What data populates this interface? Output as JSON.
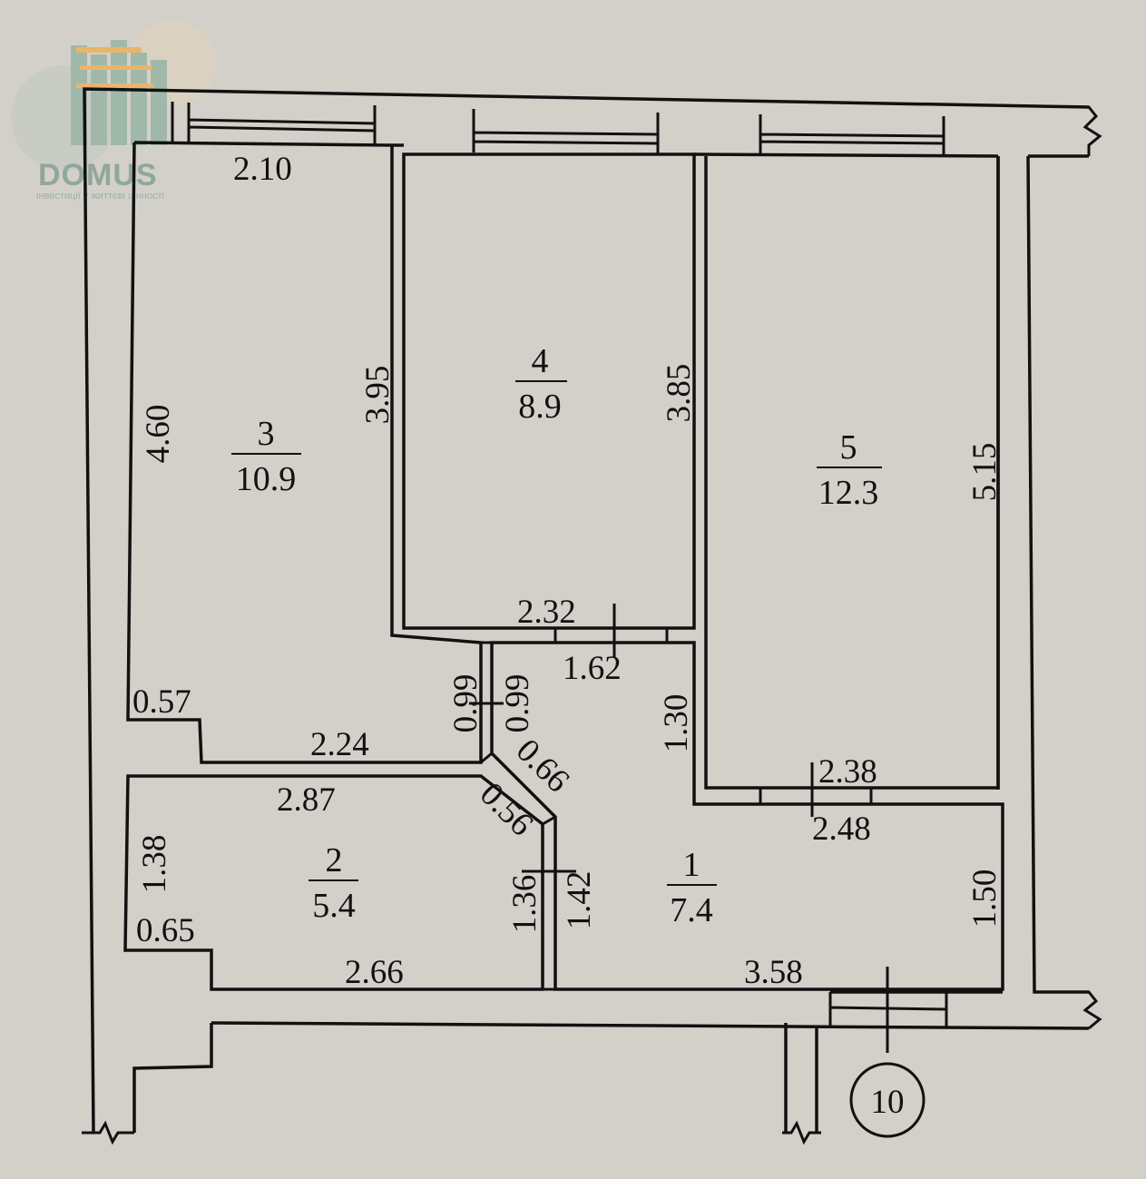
{
  "logo": {
    "name": "DOMUS",
    "tagline": "інвестиції у життєві цінності",
    "colors": {
      "green": "#8fb0a0",
      "orange": "#f0ad4e"
    }
  },
  "axis_marker": "10",
  "rooms": [
    {
      "number": "1",
      "area": "7.4"
    },
    {
      "number": "2",
      "area": "5.4"
    },
    {
      "number": "3",
      "area": "10.9"
    },
    {
      "number": "4",
      "area": "8.9"
    },
    {
      "number": "5",
      "area": "12.3"
    }
  ],
  "dims": {
    "r3_top": "2.10",
    "r3_left": "4.60",
    "r3_right": "3.95",
    "r3_step": "0.57",
    "r3_bottom": "2.24",
    "r4_right": "3.85",
    "r4_bottom": "2.32",
    "r5_right": "5.15",
    "r5_bottom": "2.38",
    "door_1_62": "1.62",
    "hall_left_a": "0.99",
    "hall_left_b": "0.99",
    "hall_right": "1.30",
    "diag_a": "0.66",
    "diag_b": "0.56",
    "r2_top": "2.87",
    "r2_left": "1.38",
    "r2_step": "0.65",
    "r2_bottom": "2.66",
    "r2_right": "1.36",
    "r1_left": "1.42",
    "r1_top": "2.48",
    "r1_right": "1.50",
    "r1_bottom": "3.58"
  },
  "colors": {
    "background": "#d3d0ca",
    "line": "#111111"
  }
}
